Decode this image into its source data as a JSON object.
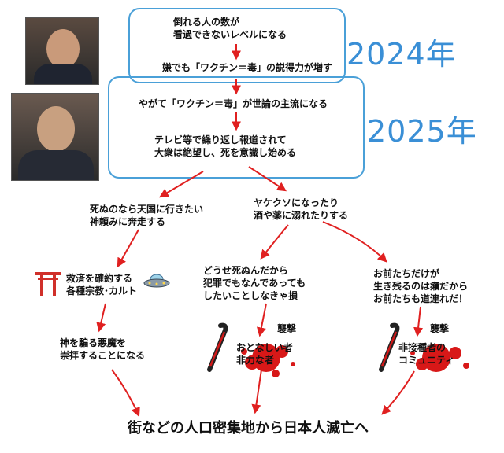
{
  "year_labels": {
    "y2024": "2024年",
    "y2025": "2025年"
  },
  "box2024": {
    "line1": "倒れる人の数が\n看過できないレベルになる",
    "line2": "嫌でも「ワクチン＝毒」の説得力が増す"
  },
  "box2025": {
    "line1": "やがて「ワクチン＝毒」が世論の主流になる",
    "line2": "テレビ等で繰り返し報道されて\n大衆は絶望し、死を意識し始める"
  },
  "left_branch": {
    "node1": "死ぬのなら天国に行きたい\n神頼みに奔走する",
    "node2": "救済を確約する\n各種宗教･カルト",
    "node3": "神を騙る悪魔を\n崇拝することになる"
  },
  "right_branch": {
    "node1": "ヤケクソになったり\n酒や薬に溺れたりする"
  },
  "middle_branch": {
    "node1": "どうせ死ぬんだから\n犯罪でもなんであっても\nしたいことしなきゃ損",
    "attack_label": "襲撃",
    "victim": "おとなしい者\n非力な者"
  },
  "far_right_branch": {
    "node1": "お前たちだけが\n生き残るのは癪だから\nお前たちも道連れだ！",
    "attack_label": "襲撃",
    "victim": "非接種者の\nコミュニティ"
  },
  "conclusion": "街などの人口密集地から日本人滅亡へ",
  "colors": {
    "arrow": "#e02020",
    "box_border": "#4aa0d8",
    "year": "#3a8fd6",
    "blood": "#d81818"
  },
  "icons": [
    "torii-gate-icon",
    "ufo-icon",
    "crowbar-icon",
    "blood-splatter-icon"
  ]
}
